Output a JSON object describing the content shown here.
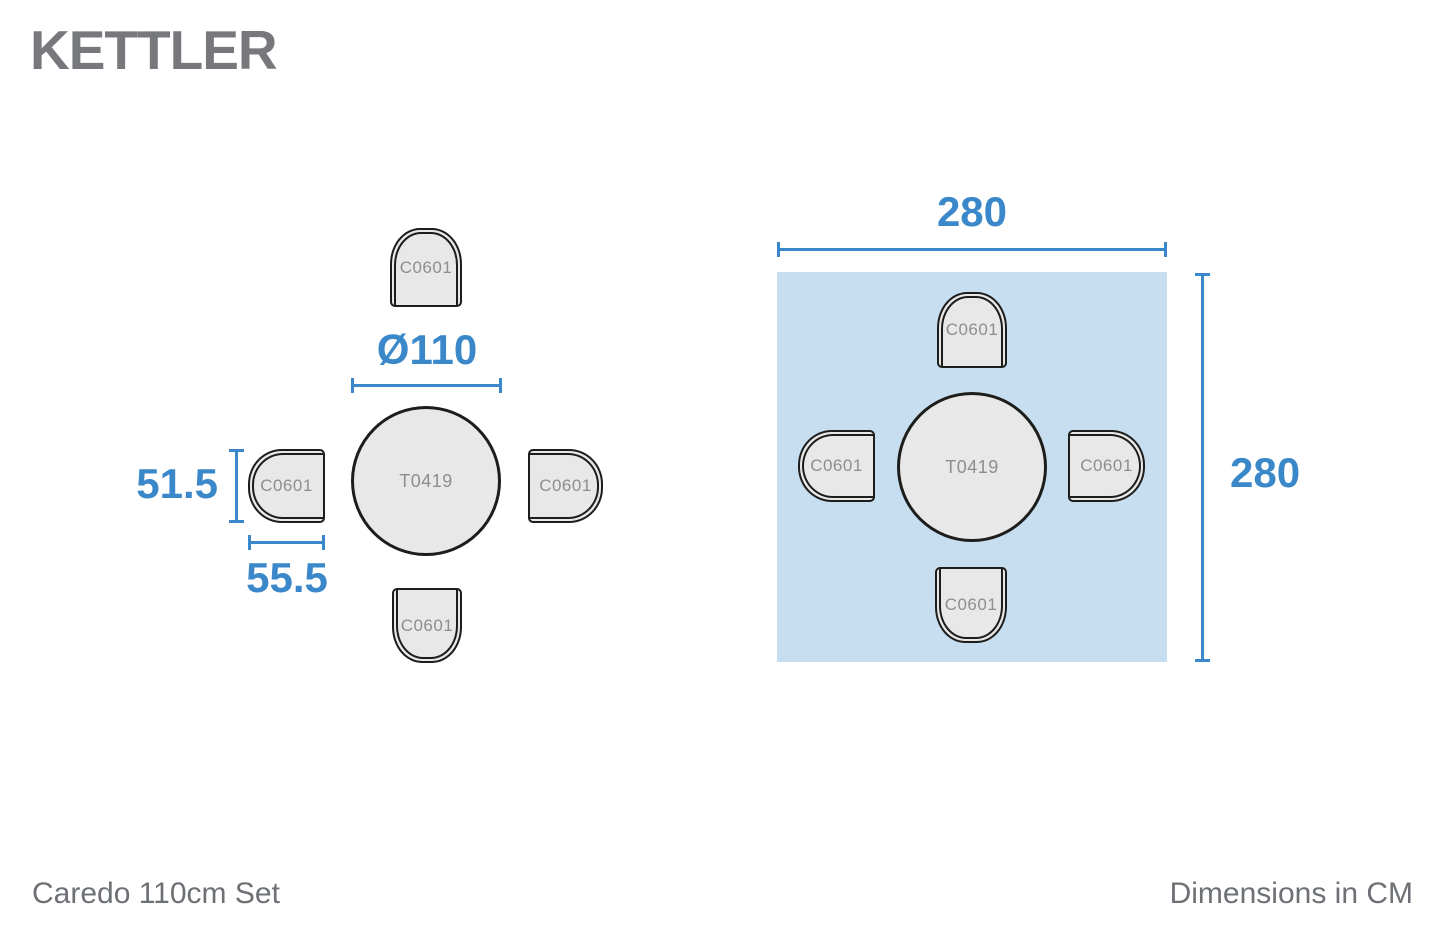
{
  "brand": "KETTLER",
  "footer": {
    "product_name": "Caredo 110cm Set",
    "units_note": "Dimensions in CM"
  },
  "colors": {
    "accent_blue": "#3a87c9",
    "clearance_area_fill": "#c7def1",
    "furniture_fill": "#e8e8e8",
    "furniture_outline": "#1d1d1b",
    "furniture_label_gray": "#8e8e8e",
    "text_gray": "#6d7175",
    "logo_gray": "#77787b"
  },
  "plan_left": {
    "table_label": "T0419",
    "chair_label": "C0601",
    "table_diameter": "Ø110",
    "chair_depth": "51.5",
    "chair_width": "55.5"
  },
  "plan_right": {
    "table_label": "T0419",
    "chair_label": "C0601",
    "area_width": "280",
    "area_height": "280"
  }
}
